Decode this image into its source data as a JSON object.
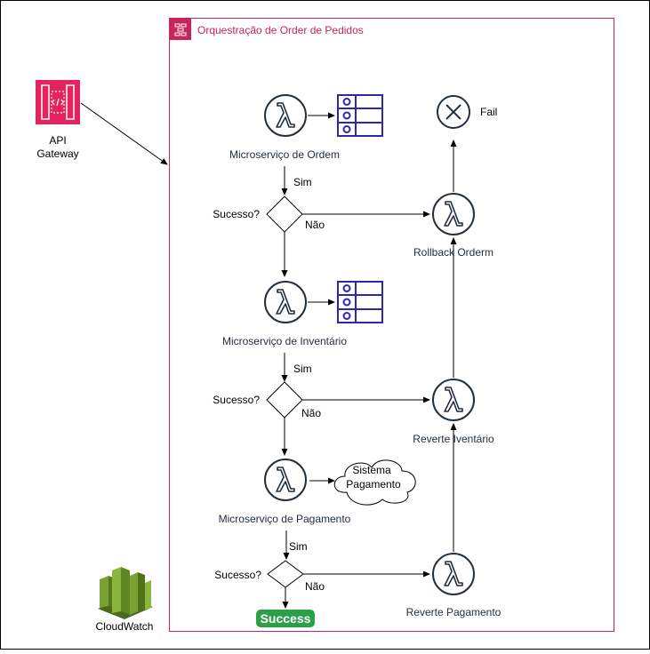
{
  "group": {
    "title": "Orquestração de Order de Pedidos"
  },
  "api_gateway": {
    "line1": "API",
    "line2": "Gateway"
  },
  "cloudwatch": {
    "label": "CloudWatch"
  },
  "steps": {
    "ordem": "Microserviço de Ordem",
    "inventario": "Microserviço de Inventário",
    "pagamento": "Microserviço de Pagamento"
  },
  "decisions": {
    "question": "Sucesso?",
    "yes": "Sim",
    "no": "Não"
  },
  "compensations": {
    "rollback": "Rollback Orderm",
    "reverte_inventario": "Reverte Iventário",
    "reverte_pagamento": "Reverte Pagamento"
  },
  "fail": {
    "label": "Fail"
  },
  "success": {
    "label": "Success"
  },
  "payment_system": {
    "line1": "Sistema",
    "line2": "Pagamento"
  },
  "colors": {
    "accent": "#c7255b",
    "lambda_stroke": "#232f3e",
    "table_stroke": "#2e27ad",
    "success_bg": "#2d9f48",
    "cloudwatch_green": "#6b8f2a"
  }
}
